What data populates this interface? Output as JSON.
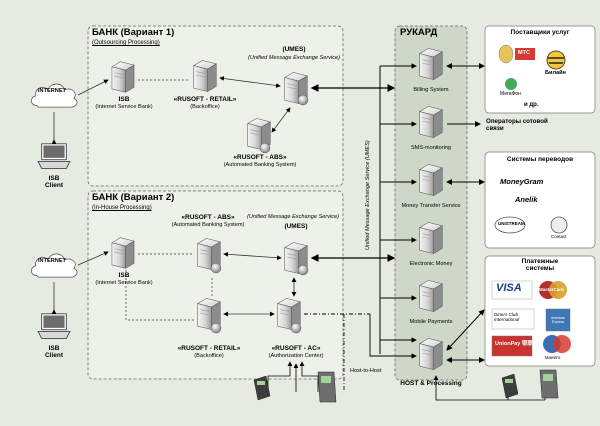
{
  "bank1": {
    "title": "БАНК (Вариант 1)",
    "subtitle": "(Outsourcing Processing)"
  },
  "bank2": {
    "title": "БАНК (Вариант 2)",
    "subtitle": "(In-House Processing)"
  },
  "isb": {
    "name": "ISB",
    "desc": "(Internet Service Bank)"
  },
  "internet": "INTERNET",
  "isb_client": "ISB\nClient",
  "retail": {
    "name": "«RUSOFT - RETAIL»",
    "desc": "(Backoffice)"
  },
  "abs": {
    "name": "«RUSOFT - ABS»",
    "desc": "(Automated Banking System)"
  },
  "umes": {
    "name": "(UMES)",
    "desc": "(Unified Message Exchange Service)"
  },
  "ac": {
    "name": "«RUSOFT - AC»",
    "desc": "(Authorization Center)"
  },
  "rucard": {
    "title": "РУКАРД",
    "umes_vertical": "Unified Message Exchange Service (UMES)",
    "nodes": [
      "Billing System",
      "SMS-monitoring",
      "Money Transfer Service",
      "Electronic Money",
      "Mobile Payments",
      "HOST & Processing"
    ]
  },
  "host_to_host": "Host-to-Host",
  "providers": {
    "title": "Поставщики услуг",
    "logos": [
      "МТС",
      "Билайн",
      "МегаФон"
    ],
    "more": "и др."
  },
  "mobile_ops": "Операторы сотовой\nсвязи",
  "transfers": {
    "title": "Системы переводов",
    "logos": [
      "MoneyGram",
      "Anelik",
      "UNISTREAM",
      "Contact"
    ],
    "more": "Contact"
  },
  "payments": {
    "title": "Платежные\nсистемы",
    "logos": [
      "VISA",
      "MasterCard",
      "Diners Club International",
      "American Express",
      "UnionPay 银联",
      "Maestro"
    ]
  },
  "colors": {
    "bg": "#e6ebe2",
    "rucard": "#cfd7c8",
    "panel": "#ffffff"
  }
}
